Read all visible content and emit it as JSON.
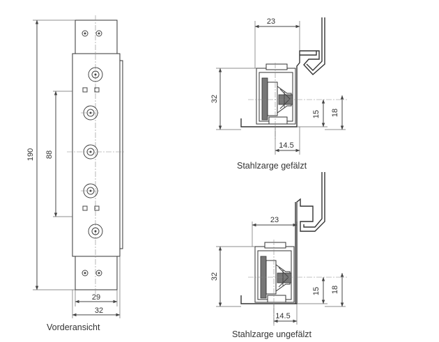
{
  "front_view": {
    "caption": "Vorderansicht",
    "dim_height": "190",
    "dim_hole_spacing": "88",
    "dim_width_inner": "29",
    "dim_width_outer": "32"
  },
  "top_view": {
    "caption": "Stahlzarge gefälzt",
    "dim_width": "23",
    "dim_height": "32",
    "dim_offset_small": "15",
    "dim_offset_large": "18",
    "dim_bottom": "14.5"
  },
  "bottom_view": {
    "caption": "Stahlzarge ungefälzt",
    "dim_width": "23",
    "dim_height": "32",
    "dim_offset_small": "15",
    "dim_offset_large": "18",
    "dim_bottom": "14.5"
  }
}
